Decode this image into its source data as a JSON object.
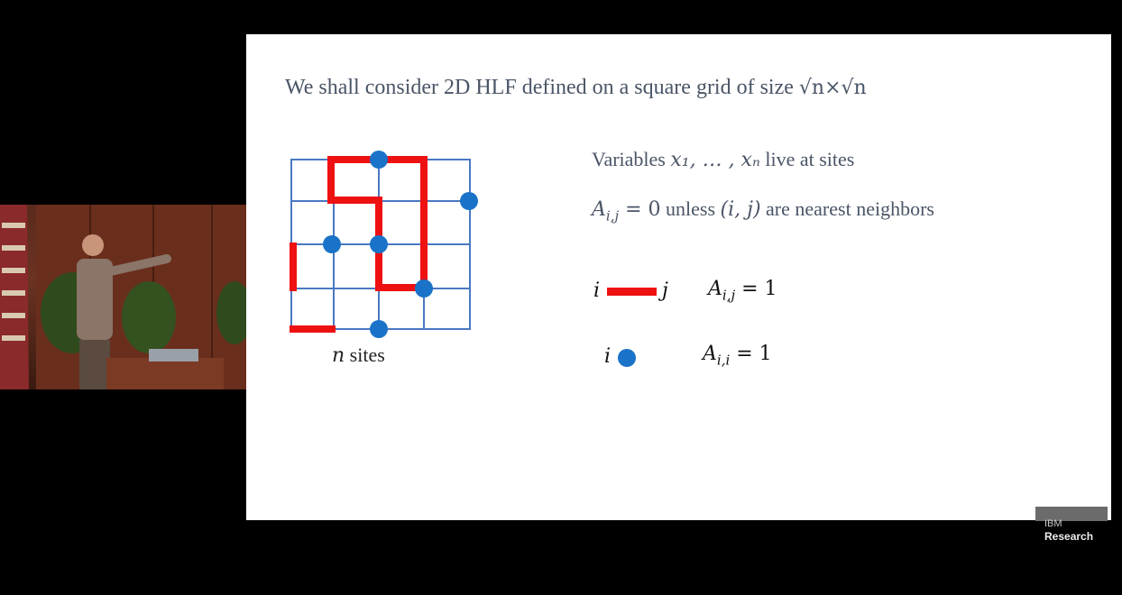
{
  "slide": {
    "title_text": "We shall consider 2D HLF defined on a square grid of  size ",
    "title_math": "√n×√n",
    "caption_var": "n",
    "caption_text": " sites",
    "bullet1_pre": "Variables ",
    "bullet1_math": "x₁, … , xₙ",
    "bullet1_post": " live at sites",
    "bullet2_math": "A",
    "bullet2_sub": "i,j",
    "bullet2_eq": " = 0",
    "bullet2_mid": "  unless ",
    "bullet2_math2": "(i, j)",
    "bullet2_post": " are nearest neighbors",
    "legend_edge_i": "i",
    "legend_edge_j": "j",
    "legend_edge_eq_A": "A",
    "legend_edge_eq_sub": "i,j",
    "legend_edge_eq_rhs": " = 1",
    "legend_node_i": "i",
    "legend_node_eq_A": "A",
    "legend_node_eq_sub": "i,i",
    "legend_node_eq_rhs": " = 1"
  },
  "colors": {
    "grid": "#4a78c2",
    "edge": "#ee1111",
    "node": "#1a73c8",
    "text": "#4a5566"
  },
  "badge": {
    "line1": "IBM",
    "line2": "Research"
  }
}
